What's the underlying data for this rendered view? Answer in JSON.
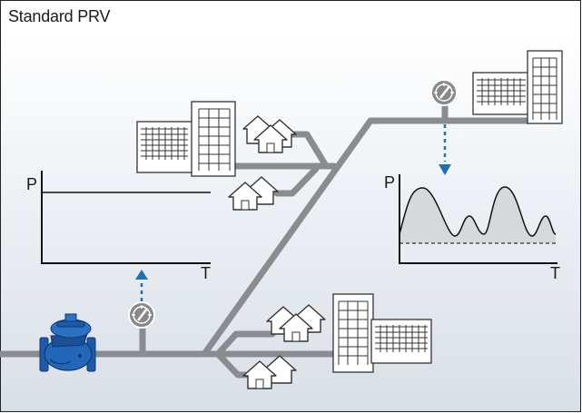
{
  "title": "Standard PRV",
  "colors": {
    "pipe": "#8a8d90",
    "valve": "#1e5aa8",
    "arrow": "#1f6fb5",
    "curve_fill": "#d6d8da"
  },
  "left_chart": {
    "y_axis_label": "P",
    "x_axis_label": "T",
    "pressure_profile": "constant"
  },
  "right_chart": {
    "y_axis_label": "P",
    "x_axis_label": "T",
    "pressure_profile": "fluctuating"
  },
  "icons": [
    "valve-icon",
    "pressure-gauge-icon",
    "building-icon",
    "house-icon",
    "arrow-down-icon",
    "arrow-up-icon"
  ]
}
